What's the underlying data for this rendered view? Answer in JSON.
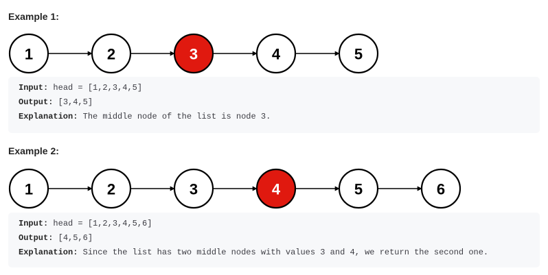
{
  "examples": [
    {
      "title": "Example 1:",
      "nodes": [
        "1",
        "2",
        "3",
        "4",
        "5"
      ],
      "highlighted_index": 2,
      "input_label": "Input:",
      "input_value": "head = [1,2,3,4,5]",
      "output_label": "Output:",
      "output_value": "[3,4,5]",
      "explanation_label": "Explanation:",
      "explanation_value": "The middle node of the list is node 3."
    },
    {
      "title": "Example 2:",
      "nodes": [
        "1",
        "2",
        "3",
        "4",
        "5",
        "6"
      ],
      "highlighted_index": 3,
      "input_label": "Input:",
      "input_value": "head = [1,2,3,4,5,6]",
      "output_label": "Output:",
      "output_value": "[4,5,6]",
      "explanation_label": "Explanation:",
      "explanation_value": "Since the list has two middle nodes with values 3 and 4, we return the second one."
    }
  ],
  "colors": {
    "highlight_fill": "#e0190f",
    "highlight_text": "#ffffff",
    "node_fill": "#ffffff",
    "node_text": "#000000"
  }
}
